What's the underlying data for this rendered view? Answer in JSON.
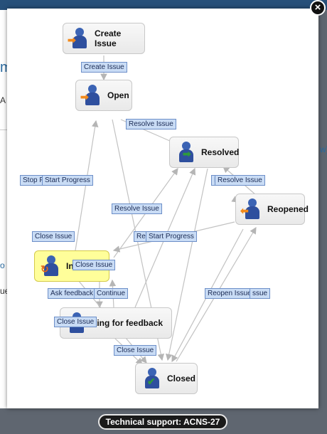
{
  "close_glyph": "×",
  "background_snippets": [
    "m",
    "A",
    "w)",
    "o",
    "ue"
  ],
  "nodes": {
    "create_issue": {
      "label": "Create Issue",
      "icon": "user-arrow-right-icon",
      "badge": "➡",
      "badge_color": "#f28a1b"
    },
    "open": {
      "label": "Open",
      "icon": "user-arrow-right-icon",
      "badge": "➡",
      "badge_color": "#f28a1b"
    },
    "resolved": {
      "label": "Resolved",
      "icon": "user-arrow-right-icon",
      "badge": "➡",
      "badge_color": "#2e9a3c"
    },
    "reopened": {
      "label": "Reopened",
      "icon": "user-arrow-left-icon",
      "badge": "⬅",
      "badge_color": "#f28a1b"
    },
    "in_progress": {
      "label": "In P",
      "icon": "user-cycle-icon",
      "badge": "↻",
      "badge_color": "#e3681c"
    },
    "waiting": {
      "label": "iting for feedback",
      "icon": "user-icon",
      "badge": "",
      "badge_color": "#2e4f9e"
    },
    "closed": {
      "label": "Closed",
      "icon": "user-check-icon",
      "badge": "✔",
      "badge_color": "#2e9a3c"
    }
  },
  "transitions": [
    "Create Issue",
    "Resolve Issue",
    "Stop P",
    "Start Progress",
    "Resolve Issue",
    "Resolve Issue",
    "Close Issue",
    "Res",
    "Start Progress",
    "Close Issue",
    "Ask feedback",
    "Continue",
    "Close Issue",
    "Reopen Issue",
    "ssue",
    "Close Issue",
    "I"
  ],
  "footer": {
    "text": "Technical support: ACNS-27"
  }
}
